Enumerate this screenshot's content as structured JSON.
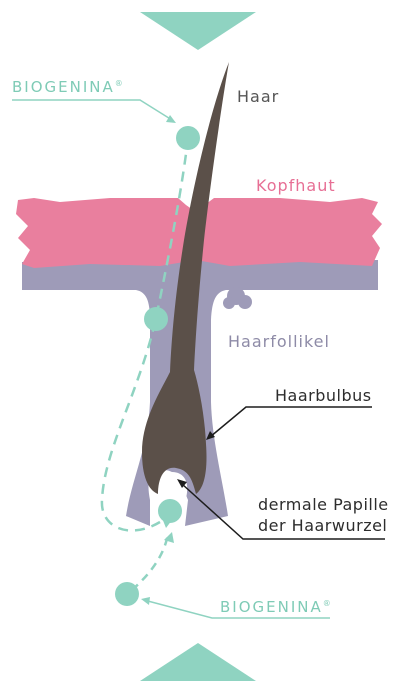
{
  "labels": {
    "haar": "Haar",
    "kopfhaut": "Kopfhaut",
    "haarfollikel": "Haarfollikel",
    "haarbulbus": "Haarbulbus",
    "papille_line1": "dermale Papille",
    "papille_line2": "der Haarwurzel",
    "biogenina_top": "BIOGENINA",
    "biogenina_bottom": "BIOGENINA",
    "registered": "®"
  },
  "colors": {
    "teal": "#8fd3c1",
    "pink": "#e97f9e",
    "lavender": "#9e9bb8",
    "hair": "#5b5049",
    "text_dark": "#2d2d2d",
    "text_lavender": "#8e8ba7",
    "text_pink": "#e76f95",
    "text_teal": "#7fcbb6"
  }
}
